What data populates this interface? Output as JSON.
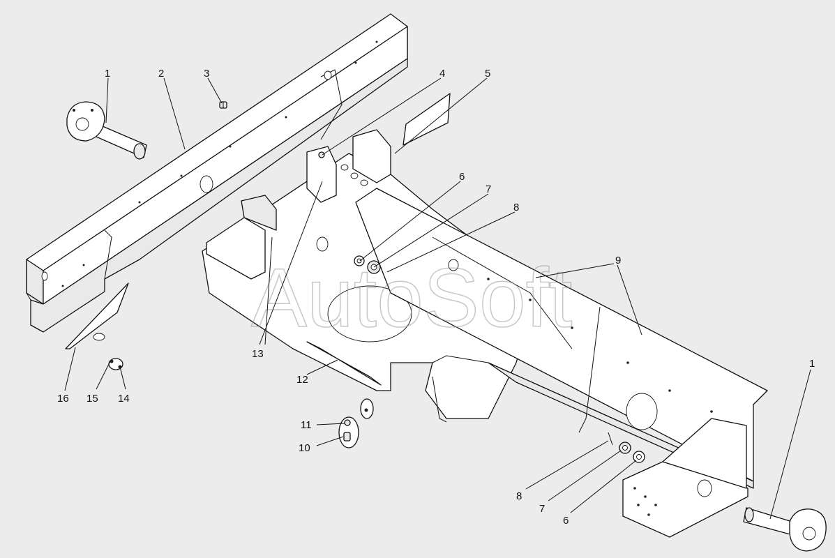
{
  "watermark": "AutoSoft",
  "callouts": {
    "c1a": "1",
    "c2": "2",
    "c3": "3",
    "c4": "4",
    "c5": "5",
    "c6a": "6",
    "c7a": "7",
    "c8a": "8",
    "c9": "9",
    "c1b": "1",
    "c16": "16",
    "c15": "15",
    "c14": "14",
    "c13": "13",
    "c12": "12",
    "c11": "11",
    "c10": "10",
    "c8b": "8",
    "c7b": "7",
    "c6b": "6"
  }
}
